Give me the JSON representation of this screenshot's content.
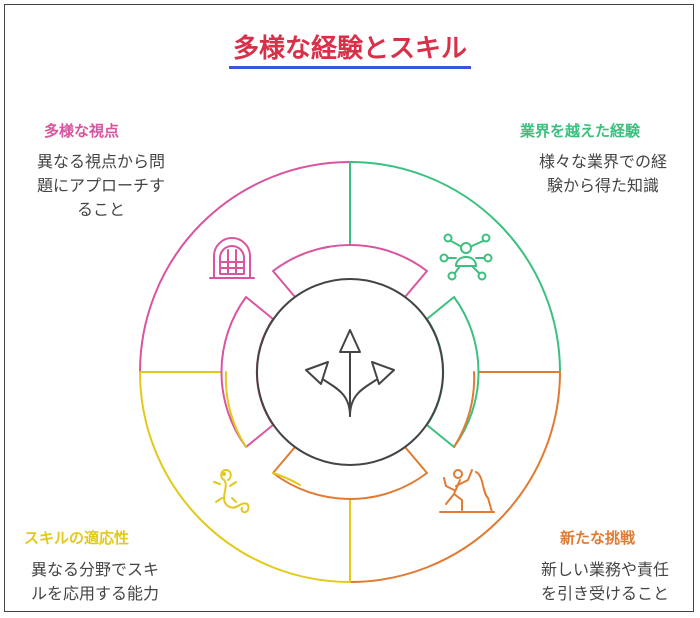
{
  "title": "多様な経験とスキル",
  "colors": {
    "title": "#d9304a",
    "underline": "#3a56d6",
    "pink": "#d9559f",
    "green": "#3cc07f",
    "orange": "#e07b34",
    "yellow": "#e3c919",
    "center": "#444444"
  },
  "quadrants": {
    "top_left": {
      "title": "多様な視点",
      "lines": [
        "異なる視点から問",
        "題にアプローチす",
        "ること"
      ],
      "icon": "window-icon"
    },
    "top_right": {
      "title": "業界を越えた経験",
      "lines": [
        "様々な業界での経",
        "験から得た知識"
      ],
      "icon": "network-person-icon"
    },
    "bottom_right": {
      "title": "新たな挑戦",
      "lines": [
        "新しい業務や責任",
        "を引き受けること"
      ],
      "icon": "climber-icon"
    },
    "bottom_left": {
      "title": "スキルの適応性",
      "lines": [
        "異なる分野でスキ",
        "ルを応用する能力"
      ],
      "icon": "lizard-icon"
    }
  },
  "center_icon": "diverging-arrows-icon"
}
